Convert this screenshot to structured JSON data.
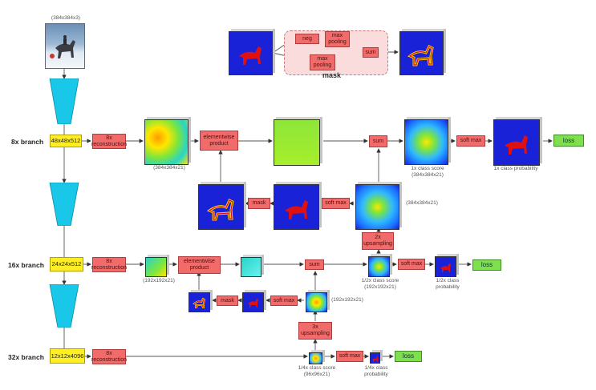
{
  "input_label": "(384x384x3)",
  "branches": {
    "b8": "8x branch",
    "b16": "16x branch",
    "b32": "32x branch"
  },
  "features": {
    "f8": "48x48x512",
    "f16": "24x24x512",
    "f32": "12x12x4096"
  },
  "ops": {
    "recon8": "8x\nreconstruction",
    "recon16": "8x\nreconstruction",
    "recon32": "8x\nreconstruction",
    "elem8": "elementwise\nproduct",
    "elem16": "elementwise\nproduct",
    "sum8": "sum",
    "sum16": "sum",
    "softmax8": "soft max",
    "softmax8b": "soft max",
    "softmax16": "soft max",
    "softmax16b": "soft max",
    "softmax32": "soft max",
    "mask8": "mask",
    "mask16": "mask",
    "up2x": "2x\nupsampling",
    "up3x": "3x\nupsampling",
    "neg": "neg",
    "maxpool1": "max\npooling",
    "maxpool2": "max\npooling",
    "msum": "sum"
  },
  "loss": {
    "l8": "loss",
    "l16": "loss",
    "l32": "loss"
  },
  "mask_group_label": "mask",
  "labels": {
    "recon8_out": "(384x384x21)",
    "score8": "1x class score\n(384x384x21)",
    "prob8": "1x class probability",
    "up8_out": "(384x384x21)",
    "recon16_out": "(192x192x21)",
    "score16": "1/2x class score\n(192x192x21)",
    "prob16": "1/2x class\nprobability",
    "up16_out": "(192x192x21)",
    "score32": "1/4x class score\n(96x96x21)",
    "prob32": "1/4x class\nprobability"
  },
  "colors": {
    "op": "#f26b6b",
    "feature": "#ffee22",
    "loss": "#7ee04f",
    "funnel": "#19c8e8",
    "blue": "#1a22d8"
  }
}
